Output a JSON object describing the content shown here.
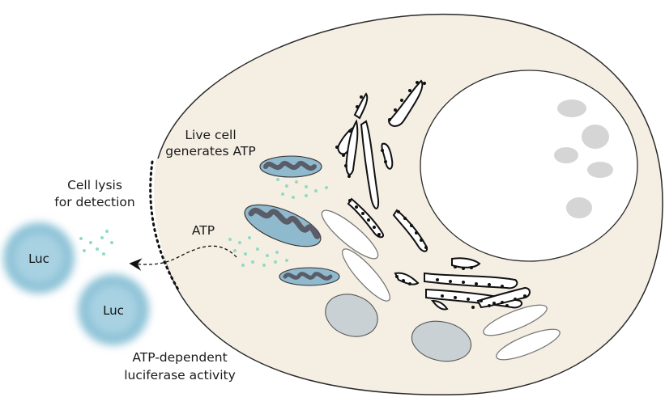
{
  "labels": {
    "live_cell_line1": "Live cell",
    "live_cell_line2": "generates ATP",
    "cell_lysis_line1": "Cell lysis",
    "cell_lysis_line2": "for detection",
    "atp": "ATP",
    "atp_dependent_line1": "ATP-dependent",
    "atp_dependent_line2": "luciferase activity",
    "luc_top": "Luc",
    "luc_bottom": "Luc"
  },
  "colors": {
    "cytoplasm": "#f4eee3",
    "outline": "#2b2b2b",
    "nucleus": "#ffffff",
    "nucleolus": "#d5d5d5",
    "mitochondria_fill": "#8fb9cd",
    "mitochondria_cristae": "#5a5d68",
    "vesicle": "#c9d1d5",
    "atp_dots": "#8fdcc6",
    "luciferase": "#8ec3d7"
  }
}
